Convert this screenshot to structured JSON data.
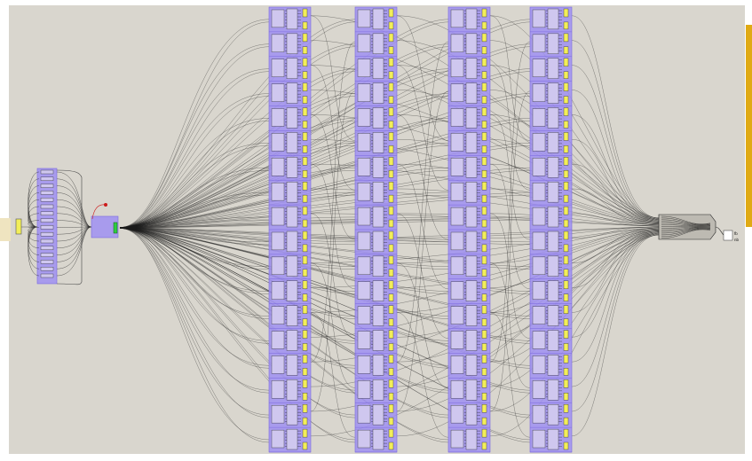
{
  "canvas": {
    "background": "#d9d6ce",
    "wire_color": "#1a1a1a",
    "group_fill": "#9d8df4",
    "group_stroke": "#7a68e0",
    "panel_flag_color": "#f2ee5a",
    "accent_bar_color": "#e0aa14",
    "slider_color": "#2ecc40",
    "point_color": "#cc1b1b"
  },
  "columns": [
    {
      "id": "column-1"
    },
    {
      "id": "column-2"
    },
    {
      "id": "column-3"
    },
    {
      "id": "column-4"
    }
  ],
  "output_label": "fb\nnb"
}
